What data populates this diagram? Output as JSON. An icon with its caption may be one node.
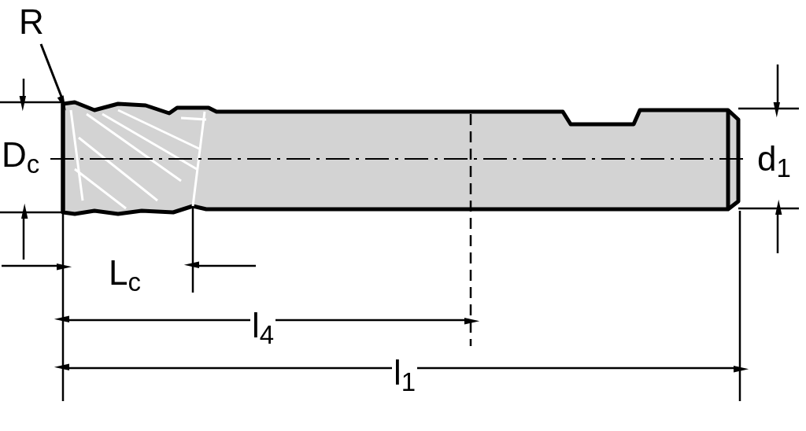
{
  "diagram": {
    "nodes": [
      {
        "text": [
          "R"
        ]
      },
      {
        "text": [],
        "shape": "picture"
      }
    ],
    "edges": [
      {
        "from": 0,
        "to": 1,
        "arrow": "to"
      }
    ],
    "labels": [
      "D$_{c}$",
      "d$_{1}$",
      "L$_{c}$",
      "l$_{4}$",
      "l$_{1}$"
    ]
  }
}
